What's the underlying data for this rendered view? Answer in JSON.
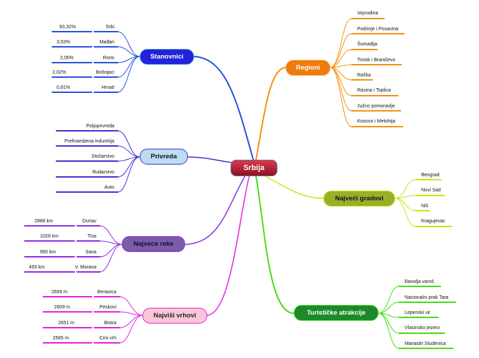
{
  "center": {
    "label": "Srbija",
    "color": "#b01c2e"
  },
  "branches": {
    "stanovnici": {
      "label": "Stanovnici",
      "color": "#1f4fe0",
      "items": [
        {
          "name": "Srbi",
          "value": "83,32%"
        },
        {
          "name": "Mađari",
          "value": "3,53%"
        },
        {
          "name": "Romi",
          "value": "2,05%"
        },
        {
          "name": "Bošnjaci",
          "value": "2,02%"
        },
        {
          "name": "Hrvati",
          "value": "0,81%"
        }
      ]
    },
    "privreda": {
      "label": "Privreda",
      "color": "#3a2fd0",
      "items": [
        "Poljoprivreda",
        "Prehrambena industrija",
        "Stočarstvo",
        "Rudarstvo",
        "Auto"
      ]
    },
    "reke": {
      "label": "Najvece reke",
      "color": "#8a2be2",
      "items": [
        {
          "name": "Dunav",
          "value": "2888 km"
        },
        {
          "name": "Tisa",
          "value": "1026 km"
        },
        {
          "name": "Sava",
          "value": "990 km"
        },
        {
          "name": "V. Morava",
          "value": "493 km"
        }
      ]
    },
    "vrhovi": {
      "label": "Najviši vrhovi",
      "color": "#e020d8",
      "items": [
        {
          "name": "Đeravica",
          "value": "2656 m"
        },
        {
          "name": "Peskovi",
          "value": "2609 m"
        },
        {
          "name": "Bistra",
          "value": "2651 m"
        },
        {
          "name": "Crni vrh",
          "value": "2585 m"
        }
      ]
    },
    "regioni": {
      "label": "Regioni",
      "color": "#f4900f",
      "items": [
        "Vojvodina",
        "Podrinje i Posavina",
        "Šumadija",
        "Timok i Braničevo",
        "Raška",
        "Rasina i Toplica",
        "Južno pomoravlje",
        "Kosovo i Metohija"
      ]
    },
    "gradovi": {
      "label": "Najveći gradovi",
      "color": "#c6e514",
      "items": [
        "Beograd",
        "Novi Sad",
        "Niš",
        "Kragujevac"
      ]
    },
    "atrakcije": {
      "label": "Turističke atrakcije",
      "color": "#40dd10",
      "items": [
        "Đavolja varoš",
        "Nacionalni prak Tara",
        "Lepenski vir",
        "Vlasinsko jezero",
        "Manastir Studenica"
      ]
    }
  }
}
